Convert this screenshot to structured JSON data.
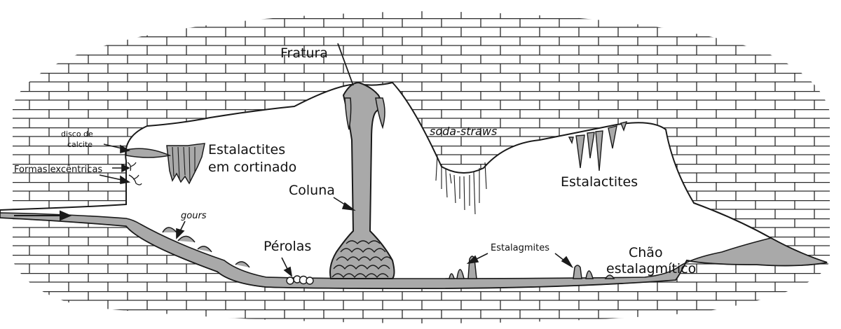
{
  "labels": {
    "fratura": "Fratura",
    "soda_straws": "soda-straws",
    "disco_de": "disco de",
    "calcite": "calcite",
    "formas_excentricas": "Formas excêntricas",
    "estalactites_cortinado_1": "Estalactites",
    "estalactites_cortinado_2": "em cortinado",
    "estalactites": "Estalactites",
    "coluna": "Coluna",
    "gours": "gours",
    "perolas": "Pérolas",
    "estalagmites": "Estalagmites",
    "chao_1": "Chão",
    "chao_2": "estalagmítico"
  },
  "colors": {
    "background": "#ffffff",
    "line": "#1a1a1a",
    "rock_fill": "#a9a9a9",
    "cave_fill": "#ffffff"
  }
}
